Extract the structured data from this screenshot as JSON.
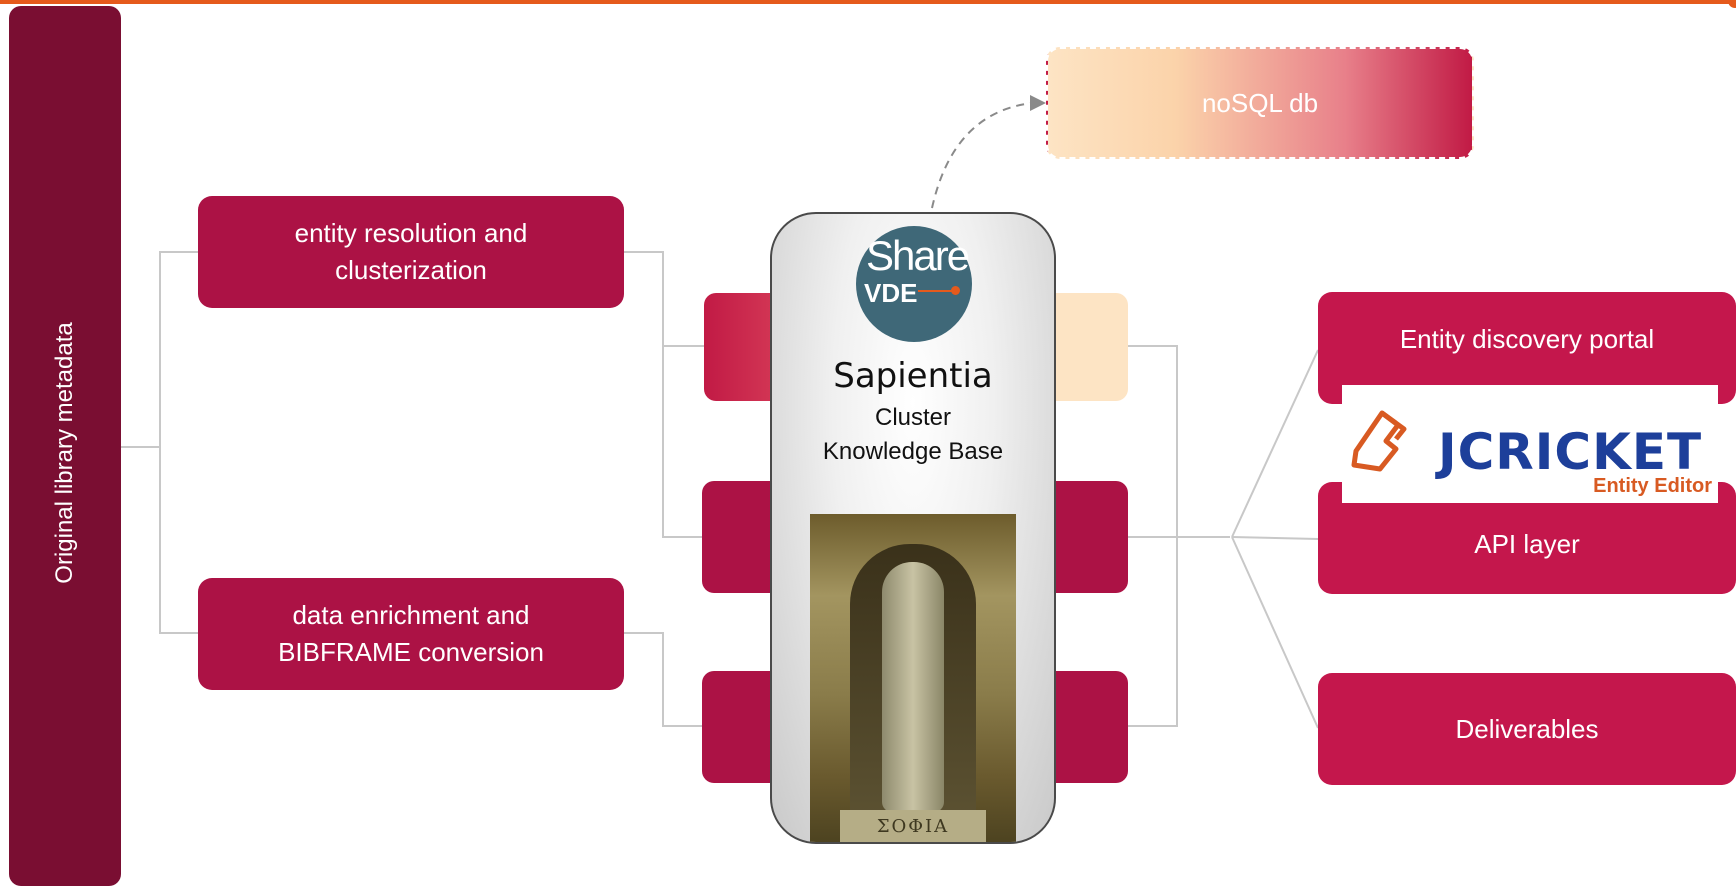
{
  "left_panel": {
    "label": "Original library metadata"
  },
  "left_boxes": [
    {
      "label": "entity resolution and clusterization"
    },
    {
      "label": "data enrichment and BIBFRAME conversion"
    }
  ],
  "nosql": {
    "label": "noSQL db"
  },
  "center": {
    "logo_line1": "Share",
    "logo_line2": "VDE",
    "title": "Sapientia",
    "subtitle_line1": "Cluster",
    "subtitle_line2": "Knowledge Base",
    "statue_inscription": "ΣΟΦΙΑ"
  },
  "right_boxes": [
    {
      "label": "Entity discovery portal"
    },
    {
      "label": "API layer"
    },
    {
      "label": "Deliverables"
    }
  ],
  "jcricket": {
    "name": "JCRICKET",
    "tagline": "Entity Editor"
  },
  "colors": {
    "accent_orange": "#e55a1c",
    "dark_red": "#7a0e32",
    "red": "#ac1245",
    "bright_red": "#c4174c",
    "teal": "#3f6878",
    "navy": "#1d3f9a"
  }
}
